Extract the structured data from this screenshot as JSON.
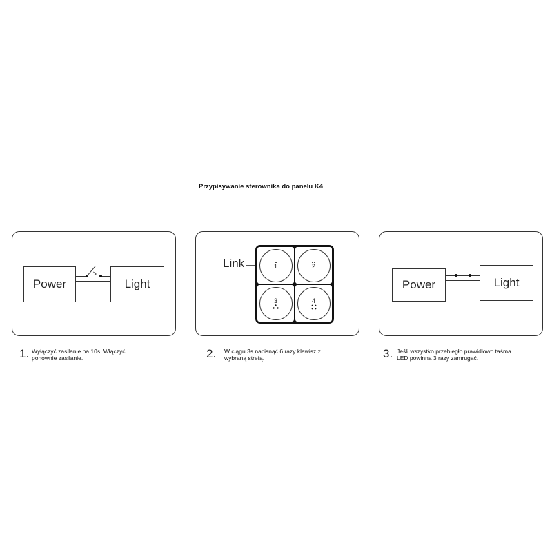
{
  "title": "Przypisywanie sterownika do panelu K4",
  "panel1": {
    "power_label": "Power",
    "light_label": "Light"
  },
  "panel2": {
    "link_label": "Link",
    "keys": [
      {
        "label": "1",
        "pips": 1
      },
      {
        "label": "2",
        "pips": 2
      },
      {
        "label": "3",
        "pips": 3
      },
      {
        "label": "4",
        "pips": 4
      }
    ]
  },
  "panel3": {
    "power_label": "Power",
    "light_label": "Light"
  },
  "steps": [
    {
      "number": "1.",
      "text": "Wyłączyć zasilanie na 10s. Włączyć ponownie zasilanie."
    },
    {
      "number": "2.",
      "text": "W ciągu 3s nacisnąć 6 razy klawisz z wybraną strefą."
    },
    {
      "number": "3.",
      "text": "Jeśli wszystko przebiegło prawidłowo taśma LED powinna 3 razy zamrugać."
    }
  ]
}
